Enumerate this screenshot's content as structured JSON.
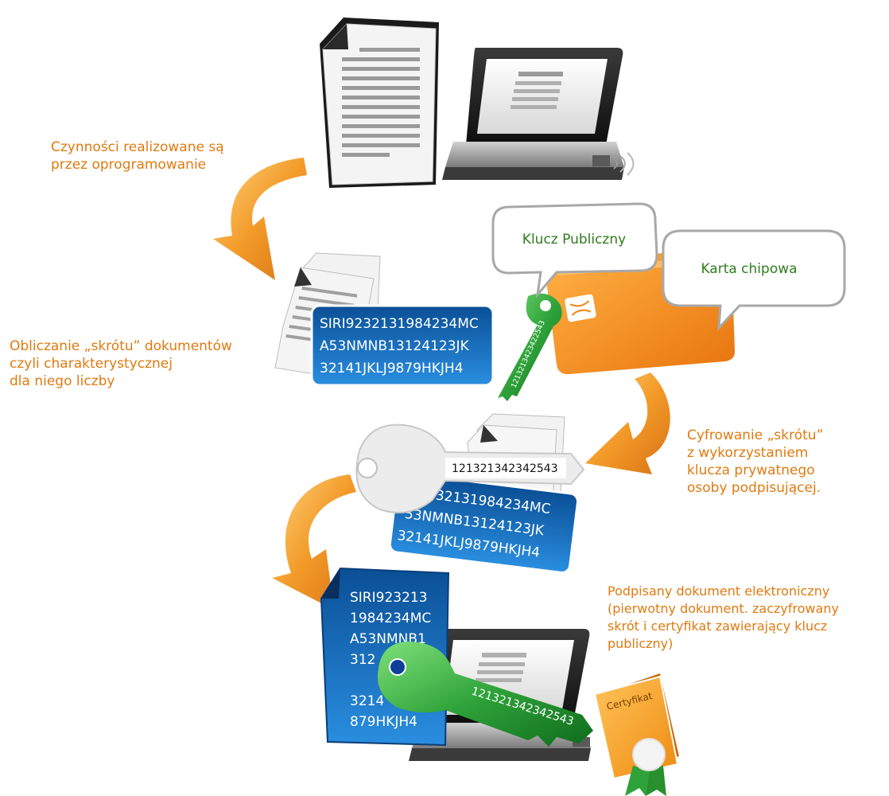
{
  "captions": {
    "software": [
      "Czynności realizowane są",
      "przez oprogramowanie"
    ],
    "hash": [
      "Obliczanie „skrótu” dokumentów",
      "czyli charakterystycznej",
      "dla niego liczby"
    ],
    "encrypt": [
      "Cyfrowanie „skrótu”",
      "z wykorzystaniem",
      "klucza prywatnego",
      "osoby podpisującej."
    ],
    "signed": [
      "Podpisany dokument elektroniczny",
      "(pierwotny dokument. zaczyfrowany",
      "skrót i certyfikat zawierający klucz",
      "publiczny)"
    ]
  },
  "bubbles": {
    "public_key": "Klucz Publiczny",
    "smart_card": "Karta chipowa"
  },
  "hash_box": {
    "lines": [
      "SIRI9232131984234MC",
      "A53NMNB13124123JK",
      "32141JKLJ9879HKJH4"
    ]
  },
  "encrypted_box": {
    "lines": [
      "4232131984234MC",
      "53NMNB13124123JK",
      "32141JKLJ9879HKJH4"
    ]
  },
  "signed_doc": {
    "lines": [
      "SIRI923213",
      "1984234MC",
      "A53NMNB1",
      "312",
      "",
      "3214",
      "879HKJH4"
    ]
  },
  "keys": {
    "green_small": "1213213423422543",
    "white_big": "121321342342543",
    "green_big": "121321342342543"
  },
  "certificate": {
    "label": "Certyfikat"
  },
  "colors": {
    "caption": "#e07a10",
    "bubble_text": "#2e7d1e",
    "blue_box": "#1e78c8",
    "orange_card": "#f08a1a",
    "green_key": "#2fa33a"
  }
}
